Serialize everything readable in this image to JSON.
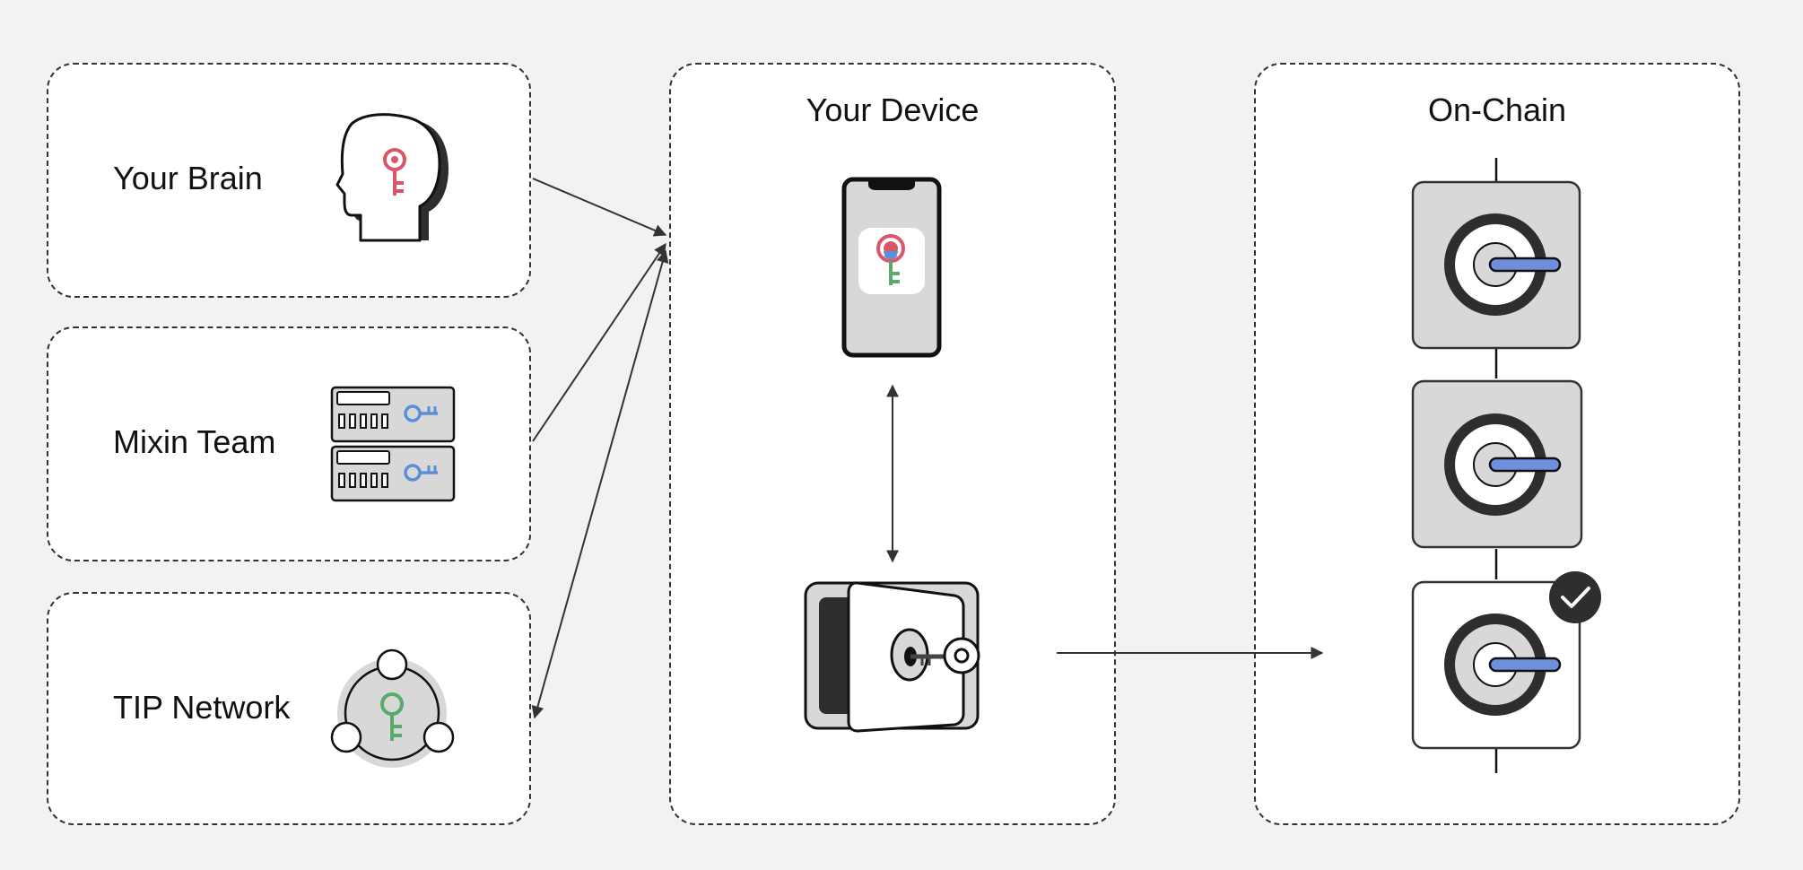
{
  "sources": {
    "brain": {
      "label": "Your Brain",
      "icon": "head-key-icon"
    },
    "team": {
      "label": "Mixin Team",
      "icon": "server-key-icon"
    },
    "network": {
      "label": "TIP Network",
      "icon": "network-key-icon"
    }
  },
  "device": {
    "title": "Your Device",
    "phone_icon": "phone-app-icon",
    "safe_icon": "safe-icon"
  },
  "chain": {
    "title": "On-Chain",
    "block_icon": "vault-block-icon",
    "check_icon": "checkmark-icon"
  },
  "colors": {
    "background": "#f2f2f2",
    "key_red": "#d9576a",
    "key_blue": "#5a8fd8",
    "key_green": "#5aaa6a",
    "handle_blue": "#6d8fdc",
    "dark": "#2e2e30",
    "gray": "#d8d8d8"
  }
}
